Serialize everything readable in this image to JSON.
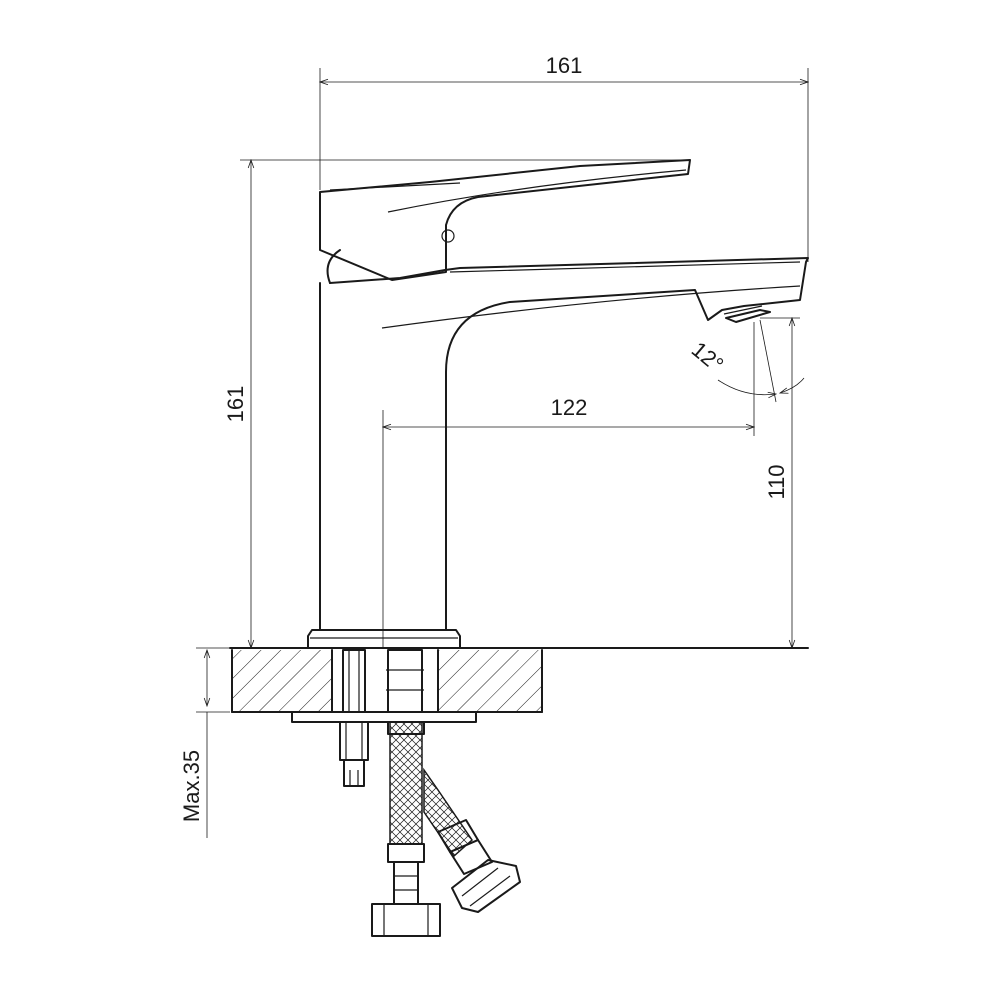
{
  "dimensions": {
    "overall_width": "161",
    "overall_height": "161",
    "spout_reach": "122",
    "spout_height": "110",
    "angle": "12°",
    "max_thickness": "Max.35"
  },
  "colors": {
    "line": "#1a1a1a",
    "background": "#ffffff"
  }
}
